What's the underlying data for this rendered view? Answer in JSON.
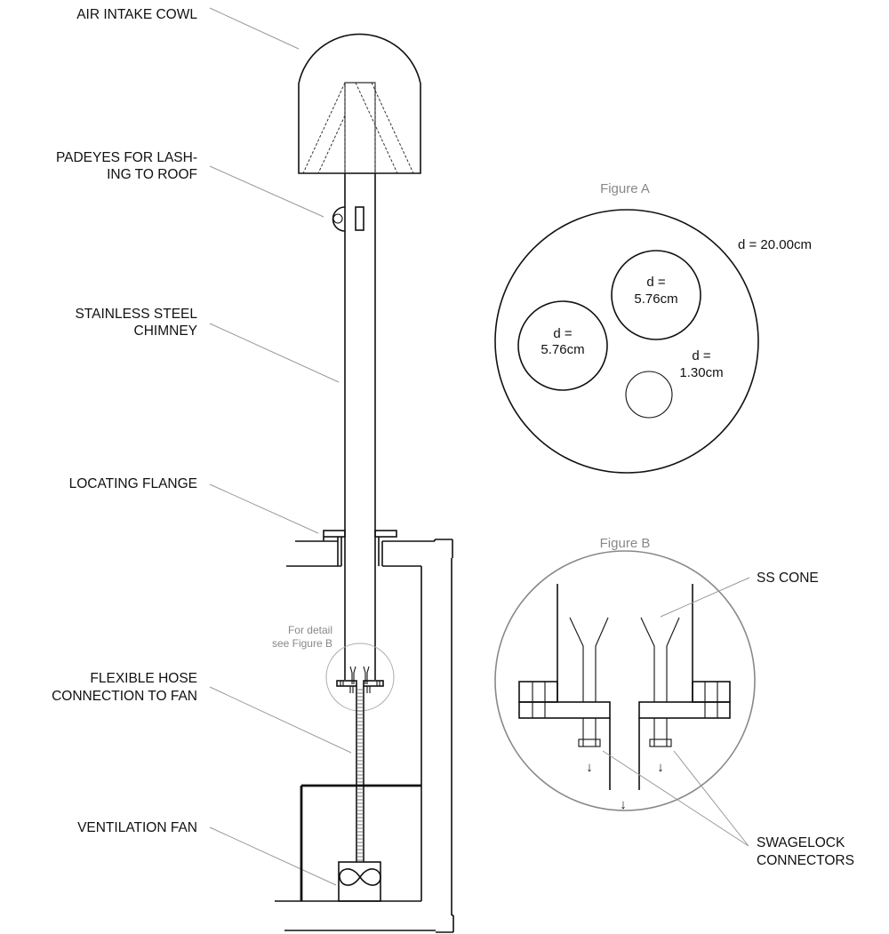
{
  "main_diagram": {
    "labels": {
      "air_intake_cowl": "AIR INTAKE COWL",
      "padeyes_line1": "PADEYES FOR LASH-",
      "padeyes_line2": "ING TO ROOF",
      "chimney_line1": "STAINLESS STEEL",
      "chimney_line2": "CHIMNEY",
      "locating_flange": "LOCATING FLANGE",
      "hose_line1": "FLEXIBLE HOSE",
      "hose_line2": "CONNECTION TO FAN",
      "ventilation_fan": "VENTILATION FAN"
    },
    "detail_note_line1": "For detail",
    "detail_note_line2": "see Figure B"
  },
  "figure_a": {
    "title": "Figure A",
    "outer": {
      "label": "d = 20.00cm",
      "diameter_cm": 20.0
    },
    "holes": [
      {
        "label_line1": "d =",
        "label_line2": "5.76cm",
        "diameter_cm": 5.76
      },
      {
        "label_line1": "d =",
        "label_line2": "5.76cm",
        "diameter_cm": 5.76
      },
      {
        "label_line1": "d =",
        "label_line2": "1.30cm",
        "diameter_cm": 1.3
      }
    ]
  },
  "figure_b": {
    "title": "Figure B",
    "labels": {
      "ss_cone": "SS CONE",
      "swagelock_line1": "SWAGELOCK",
      "swagelock_line2": "CONNECTORS"
    },
    "arrows": [
      "↓",
      "↓",
      "↓"
    ]
  },
  "colors": {
    "line": "#111111",
    "leader": "#999999",
    "caption": "#888888"
  }
}
